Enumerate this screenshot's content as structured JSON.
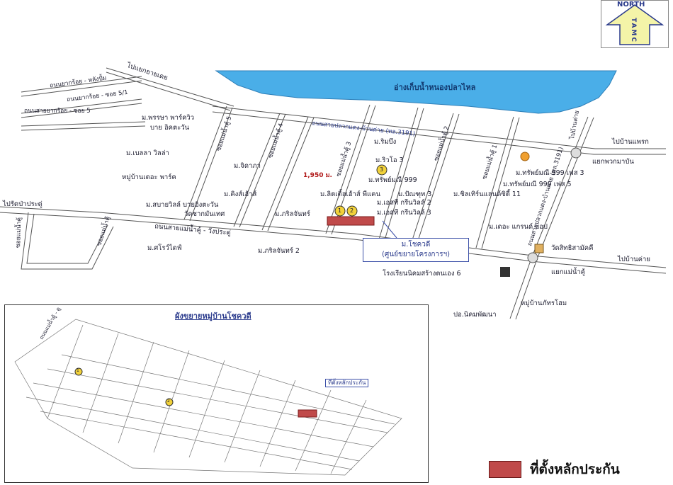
{
  "north_box": {
    "label": "NORTH",
    "acronym": "TAMC"
  },
  "reservoir_label": "อ่างเก็บน้ำหนองปลาไหล",
  "roads": {
    "main_north": "ถนนสายปลวกแดง-บ้านค่าย (ทล.3191)",
    "main_south": "ถนนสายแม่น้ำคู้ - วังประดู่",
    "to_yak_ruai": "ไปแยกยายเดย",
    "yak_ruai_1": "ถนนยากร้อย - หลังปั้ม",
    "yak_ruai_2": "ถนนยากร้อย - ซอย 5/1",
    "yak_ruai_3": "ถนนสายยากร้อย - ซอย 5",
    "to_wat_pa_pradu": "ไปรัดป่าประดู่",
    "to_ban_phrao": "ไปบ้านแพรก",
    "to_ban_khai": "ไปบ้านค่าย",
    "to_ban_kai_top": "ไปบ้านค่าย",
    "soi_5": "ซอยแม่น้ำคู้ 5",
    "soi_4": "ซอยแม่น้ำคู้ 4",
    "soi_3": "ซอยแม่น้ำคู้ 3",
    "soi_2": "ซอยแม่น้ำคู้ 2",
    "soi_1": "ซอยแม่น้ำคู้ 1",
    "road_3191": "ถนนสายปลวกแดง-บ้านค่าย (ทล.3191)",
    "soi_maenam_left": "ซอยแม่น้ำคู้",
    "soi_left2": "ซอยแม่น้ำคู้"
  },
  "places": [
    "ม.พรรษา พาร์ควิว",
    "บาย อิคตะวัน",
    "ม.เบลลา วิลล่า",
    "หมู่บ้านเดอะ พาร์ค",
    "ม.จิดาภา",
    "ม.คิงส์เฮ้าส์",
    "ม.สบายวิลล์ บายอิงตะวัน",
    "วัดชากมันเทศ",
    "ม.ภริลจันทร์",
    "ม.ลิตเติ้ลเฮ้าส์ พีแคน",
    "ม.ริมบึง",
    "ม.ริวโอ 3",
    "ม.ทรัพย์มณี 999",
    "ม.ปัณฑุท 3",
    "ม.เอสที กรีนวิลล์ 2",
    "ม.เอสที กรีนวิลล์ 3",
    "ม.ทรัพย์มณี 999 เฟส 3",
    "ม.ทรัพย์มณี 999 เฟส 5",
    "ม.ชิลเทิร์นแลนด์ซิตี้ 11",
    "ม.เดอะ แกรนด์ บอป",
    "ม.ศโรว์ไดฟ์",
    "ม.ภริลจันทร์ 2",
    "วัดสิทธิสามัคคี",
    "แยกพวกมาบัน",
    "แยกแม่น้ำคู้",
    "โรงเรียนนิคมสร้างตนเอง 6",
    "หมู่บ้านภัทรโฮม",
    "ปอ.นิคมพัฒนา"
  ],
  "distance_label": "1,950 ม.",
  "callout": {
    "line1": "ม.โชควดี",
    "line2": "(ศูนย์ขยายโครงการฯ)"
  },
  "numbered_markers": [
    "1",
    "2",
    "3"
  ],
  "inset": {
    "title": "ผังขยายหมู่บ้านโชควดี",
    "road_label": "ถนนแม่น้ำคู้ - ดู",
    "plot_label": "ที่ตั้งหลักประกัน",
    "markers": [
      "1",
      "2"
    ]
  },
  "legend": {
    "label": "ที่ตั้งหลักประกัน",
    "color": "#c04a4a"
  },
  "colors": {
    "water": "#4aaee8",
    "road": "#555555",
    "plot": "#c04a4a",
    "callout": "#3b4fa8",
    "north_arrow": "#f4f4a8"
  }
}
